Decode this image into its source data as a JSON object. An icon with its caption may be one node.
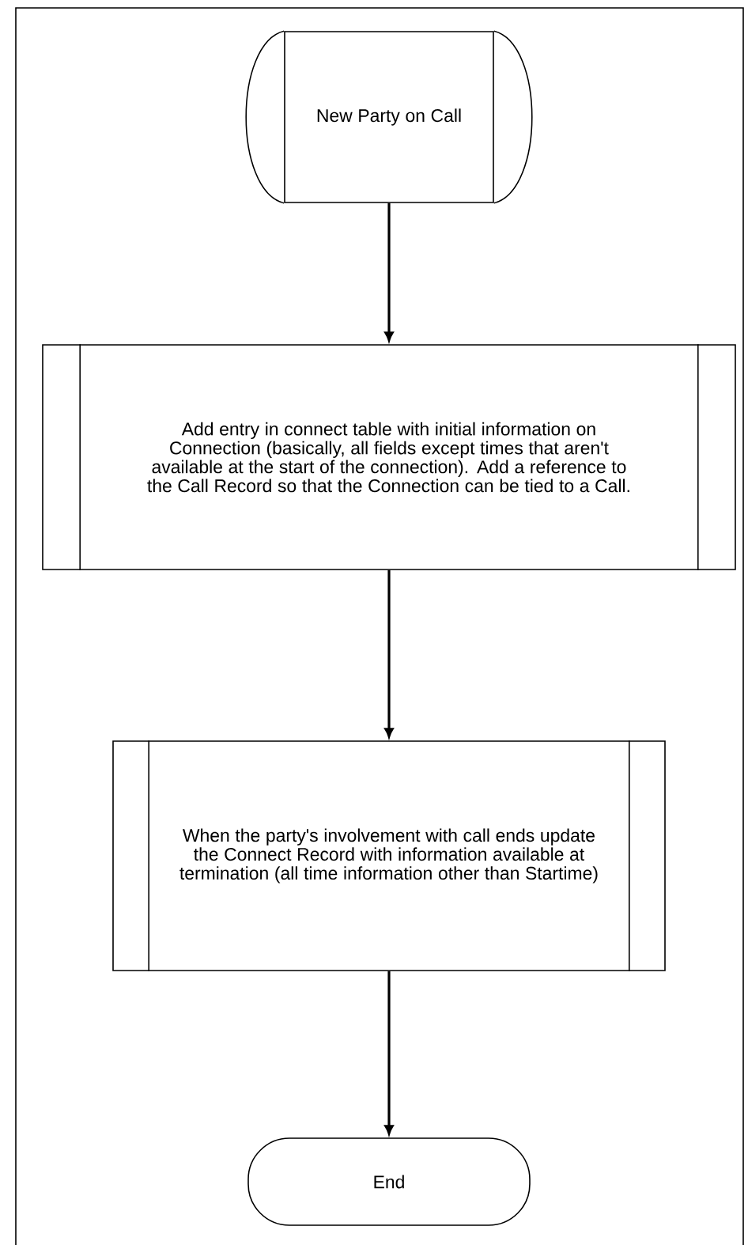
{
  "diagram": {
    "nodes": [
      {
        "text": [
          "New Party on Call"
        ]
      },
      {
        "text": [
          "Add entry in connect table with initial information on Connection (basically, all fields except times that aren't available at the start of the connection). Add a reference to the Call Record so that the Connection can be tied to a Call."
        ]
      },
      {
        "text": [
          "When the party's involvement with call ends update the Connect Record with information available at termination (all time information other than Startime)"
        ]
      },
      {
        "text": [
          "End"
        ]
      }
    ],
    "edges": [
      {
        "from": 0,
        "to": 1,
        "arrow": "to"
      },
      {
        "from": 1,
        "to": 2,
        "arrow": "to"
      },
      {
        "from": 2,
        "to": 3,
        "arrow": "to"
      }
    ]
  }
}
